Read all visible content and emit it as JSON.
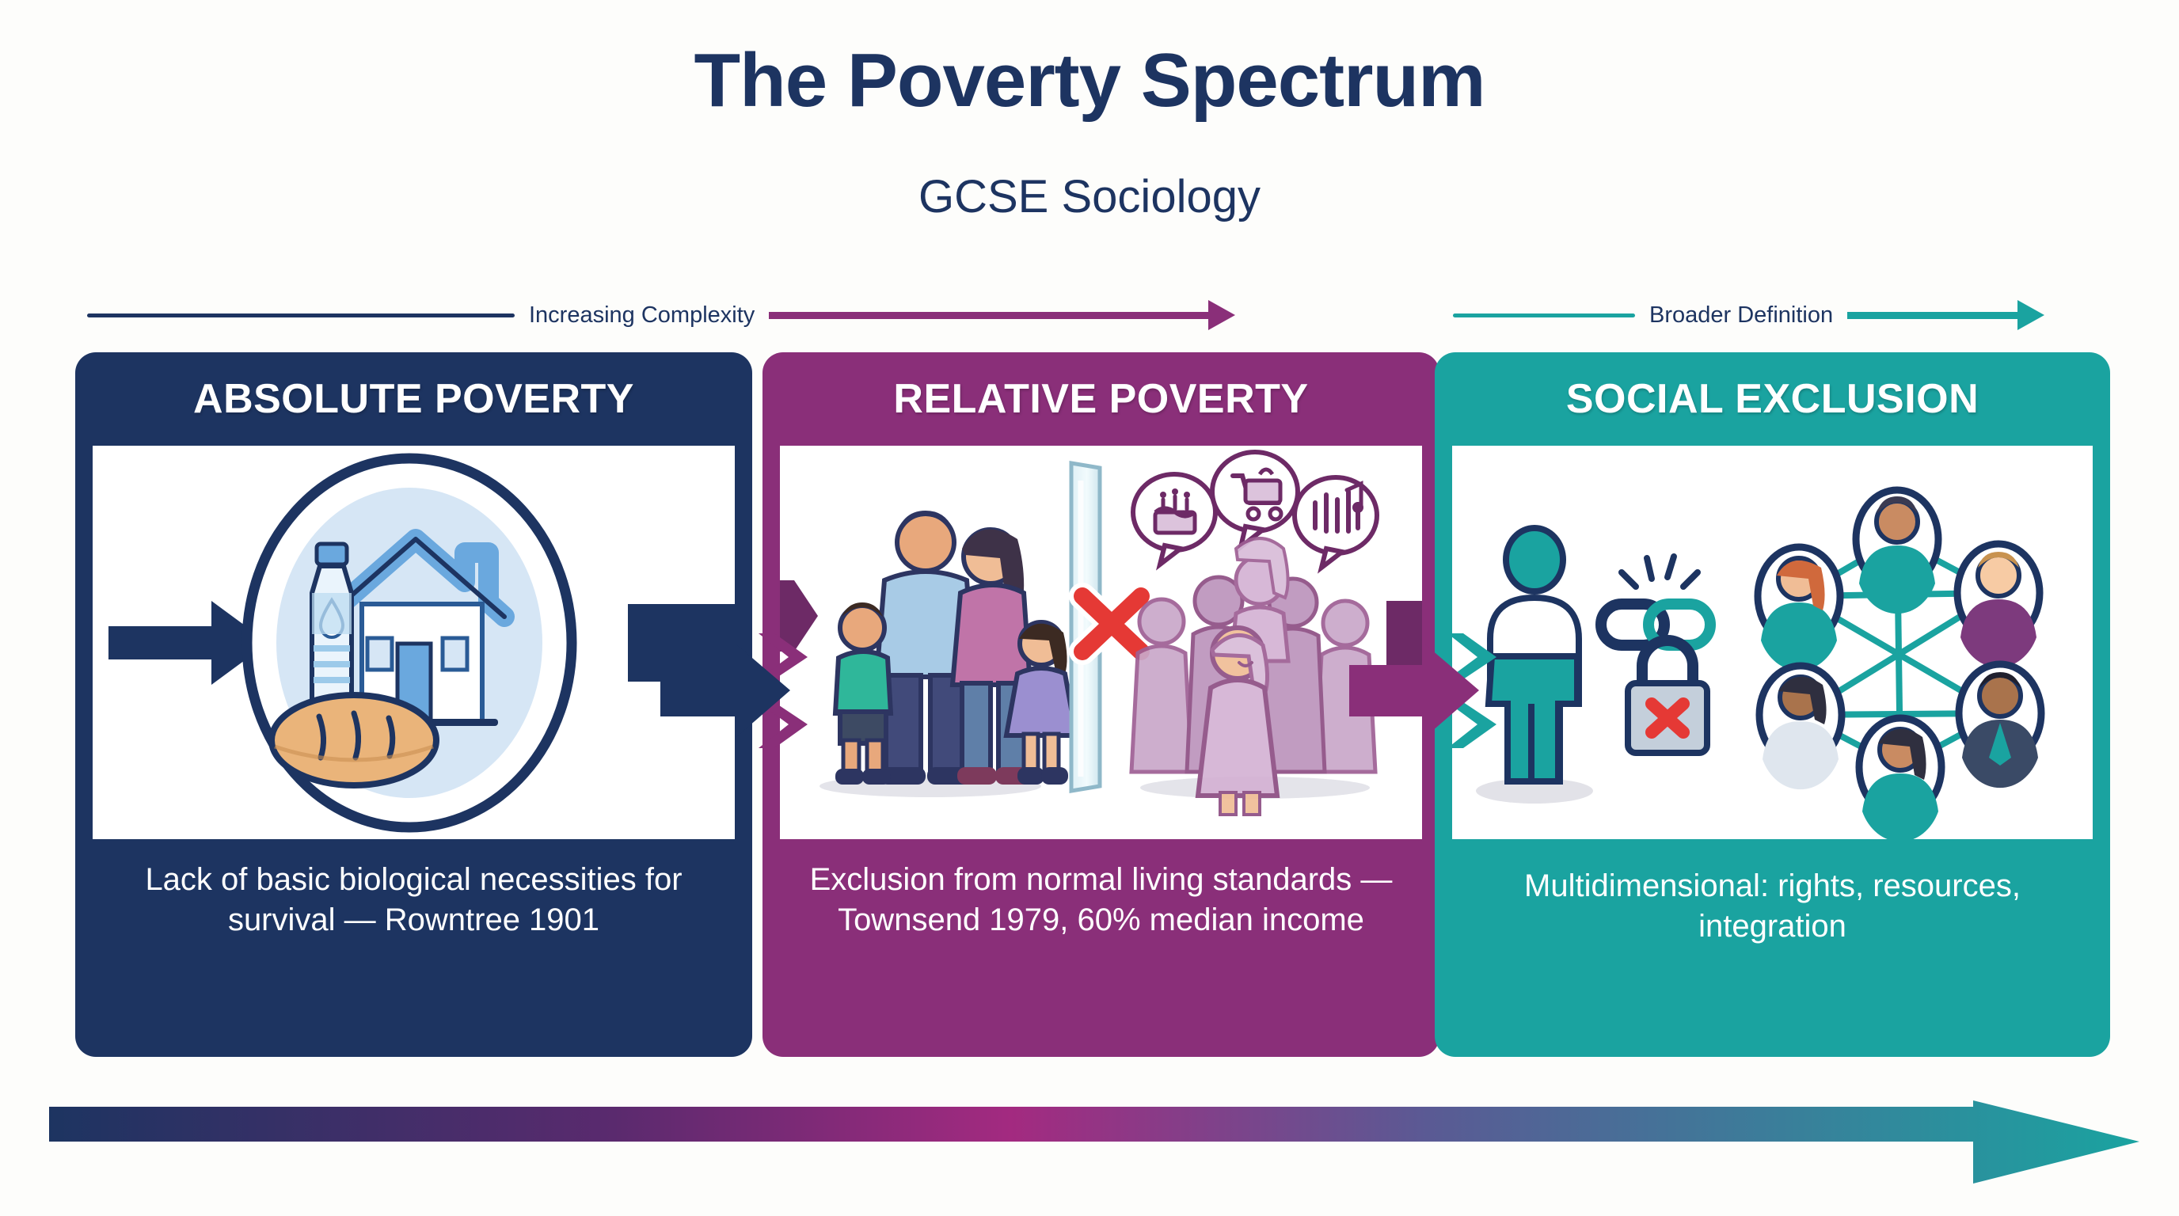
{
  "header": {
    "title": "The Poverty Spectrum",
    "subtitle": "GCSE Sociology"
  },
  "top_rail": {
    "labels": [
      {
        "text": "Increasing Complexity",
        "line_color": "#1d3461",
        "arrow_color": "#8a2f79"
      },
      {
        "text": "Broader Definition",
        "line_color": "#1aa3a0",
        "arrow_color": "#1aa3a0"
      }
    ]
  },
  "cards": [
    {
      "header": "ABSOLUTE POVERTY",
      "caption": "Lack of basic biological necessities for survival — Rowntree 1901",
      "color": "#1d3461",
      "illustration": "basic-necessities-circle"
    },
    {
      "header": "RELATIVE POVERTY",
      "caption": "Exclusion from normal living standards — Townsend 1979, 60% median income",
      "color": "#8a2f79",
      "illustration": "family-behind-glass-vs-crowd"
    },
    {
      "header": "SOCIAL EXCLUSION",
      "caption": "Multidimensional: rights, resources, integration",
      "color": "#1aa3a0",
      "illustration": "isolated-person-vs-network"
    }
  ],
  "connectors": [
    {
      "arrow_color": "#1d3461",
      "chevron_color": "#8a2f79"
    },
    {
      "arrow_color": "#8a2f79",
      "chevron_color": "#1aa3a0"
    }
  ],
  "bottom_arrow": {
    "gradient_stops": [
      "#1d3461",
      "#5a2a6e",
      "#a32a80",
      "#5a5a94",
      "#1aa3a0"
    ]
  },
  "palette": {
    "navy": "#1d3461",
    "purple": "#8a2f79",
    "teal": "#1aa3a0",
    "red_x": "#e53935",
    "background": "#fdfdfb",
    "panel_white": "#ffffff"
  }
}
